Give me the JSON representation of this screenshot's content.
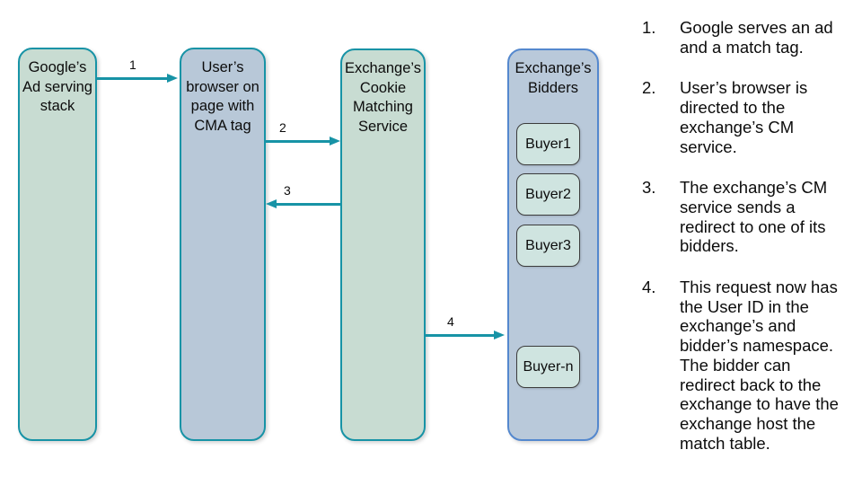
{
  "diagram": {
    "nodes": [
      {
        "id": "google-stack",
        "label": "Google’s\nAd serving\nstack"
      },
      {
        "id": "user-browser",
        "label": "User’s\nbrowser on\npage with\nCMA tag"
      },
      {
        "id": "cm-service",
        "label": "Exchange’s\nCookie\nMatching\nService"
      },
      {
        "id": "bidders",
        "label": "Exchange’s\nBidders",
        "buyers": [
          "Buyer1",
          "Buyer2",
          "Buyer3",
          "Buyer-n"
        ]
      }
    ],
    "arrows": [
      {
        "label": "1",
        "direction": "right",
        "from": "google-stack",
        "to": "user-browser"
      },
      {
        "label": "2",
        "direction": "right",
        "from": "user-browser",
        "to": "cm-service"
      },
      {
        "label": "3",
        "direction": "left",
        "from": "cm-service",
        "to": "user-browser"
      },
      {
        "label": "4",
        "direction": "right",
        "from": "cm-service",
        "to": "bidders"
      }
    ]
  },
  "steps": {
    "items": [
      {
        "num": "1.",
        "text": "Google serves an ad\nand a match tag."
      },
      {
        "num": "2.",
        "text": "User’s browser is\ndirected to the\nexchange’s CM\nservice."
      },
      {
        "num": "3.",
        "text": "The exchange’s CM\nservice sends a\nredirect to one of its\nbidders."
      },
      {
        "num": "4.",
        "text": "This request now has\nthe User ID in the\nexchange’s and\nbidder’s namespace.\nThe bidder can\nredirect back to the\nexchange to have the\nexchange host the\nmatch table."
      }
    ]
  },
  "colors": {
    "teal_border": "#1793a6",
    "green_fill": "#c8dcd2",
    "blue_fill": "#b8c8d8",
    "bidders_fill": "#b9c9da",
    "bidders_border": "#5488ce",
    "buyer_fill": "#cfe4e0",
    "buyer_border": "#3c3c3c",
    "arrow": "#1793a6",
    "text": "#000000",
    "background": "#ffffff"
  }
}
